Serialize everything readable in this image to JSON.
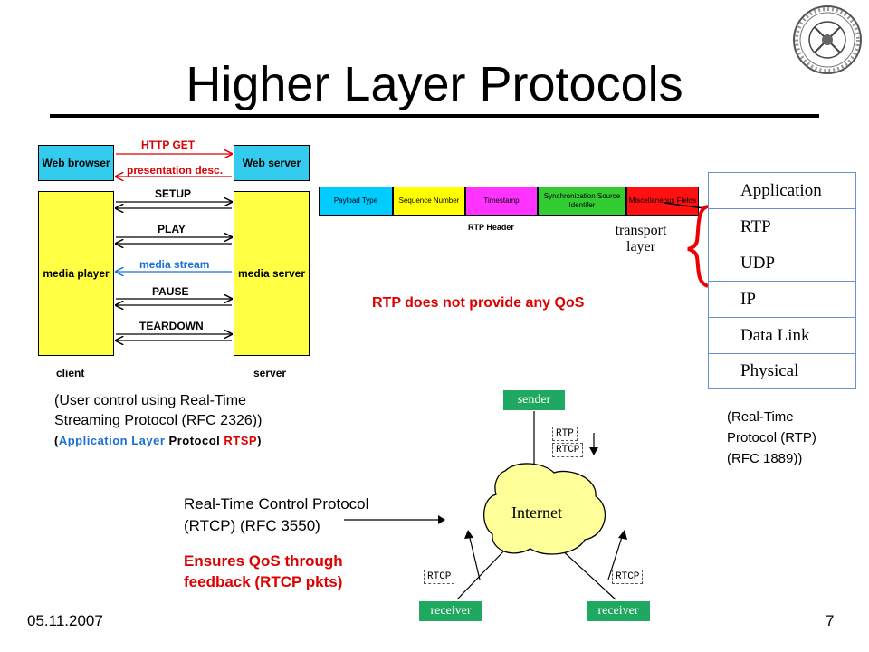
{
  "title": "Higher Layer Protocols",
  "rtsp": {
    "web_browser": "Web browser",
    "web_server": "Web server",
    "http_get": "HTTP GET",
    "presentation_desc": "presentation desc.",
    "media_player": "media player",
    "media_server": "media server",
    "setup": "SETUP",
    "play": "PLAY",
    "media_stream": "media stream",
    "pause": "PAUSE",
    "teardown": "TEARDOWN",
    "client": "client",
    "server": "server",
    "caption_line1": "(User control using Real-Time",
    "caption_line2": "Streaming Protocol (RFC 2326))",
    "caption_open": "(",
    "caption_app": "Application Layer",
    "caption_proto": "Protocol",
    "caption_rtsp": "RTSP",
    "caption_close": ")"
  },
  "rtp_header": {
    "fields": [
      {
        "label": "Payload Type",
        "color": "#00ccff"
      },
      {
        "label": "Sequence Number",
        "color": "#ffff00"
      },
      {
        "label": "Timestamp",
        "color": "#ff33ff"
      },
      {
        "label": "Synchronization Source Identifer",
        "color": "#33cc33"
      },
      {
        "label": "Miscellaneous Fields",
        "color": "#ff1111"
      }
    ],
    "caption": "RTP Header"
  },
  "transport_label": "transport layer",
  "stack": {
    "layers": [
      "Application",
      "RTP",
      "UDP",
      "IP",
      "Data Link",
      "Physical"
    ],
    "caption_line1": "(Real-Time",
    "caption_line2": "Protocol (RTP)",
    "caption_line3": "(RFC 1889))"
  },
  "qos_note": "RTP does not provide any QoS",
  "rtcp": {
    "line1": "Real-Time Control Protocol",
    "line2": "(RTCP)  (RFC 3550)",
    "ensures_line1": "Ensures QoS through",
    "ensures_line2": "feedback (RTCP pkts)"
  },
  "network": {
    "sender": "sender",
    "internet": "Internet",
    "receiver_left": "receiver",
    "receiver_right": "receiver",
    "tag_rtp": "RTP",
    "tag_rtcp_top": "RTCP",
    "tag_rtcp_left": "RTCP",
    "tag_rtcp_right": "RTCP"
  },
  "footer": {
    "date": "05.11.2007",
    "page": "7"
  },
  "colors": {
    "cyan": "#33ccee",
    "yellow": "#ffff44",
    "red": "#dd0000",
    "blue_app": "#1a6fd6",
    "green_node": "#1fa85f",
    "cloud": "#ffff99"
  }
}
